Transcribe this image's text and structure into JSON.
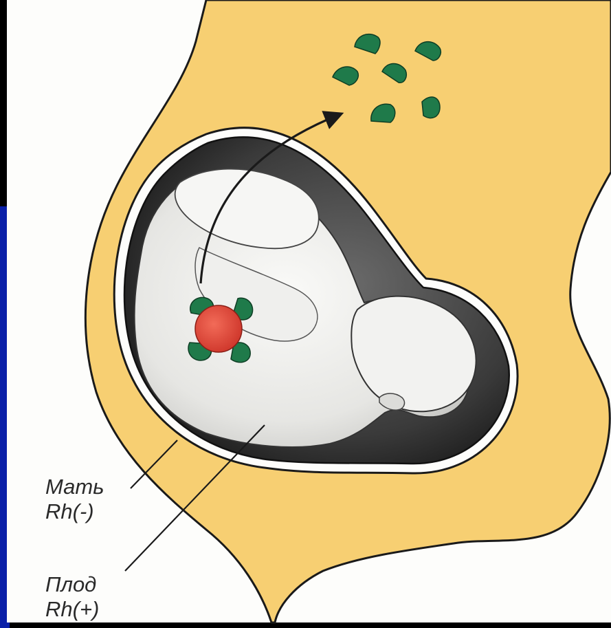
{
  "labels": {
    "mother_line1": "Мать",
    "mother_line2": "Rh(-)",
    "fetus_line1": "Плод",
    "fetus_line2": "Rh(+)"
  },
  "colors": {
    "background_black": "#000000",
    "side_panel_blue": "#0a1fa8",
    "paper_white": "#fdfdfb",
    "mother_body_yellow": "#f7cf72",
    "uterus_dark": "#2b2b2b",
    "fetus_light": "#ececea",
    "antibody_green": "#1f7a4a",
    "red_cell": "#e2473a",
    "ink": "#1a1a1a"
  }
}
